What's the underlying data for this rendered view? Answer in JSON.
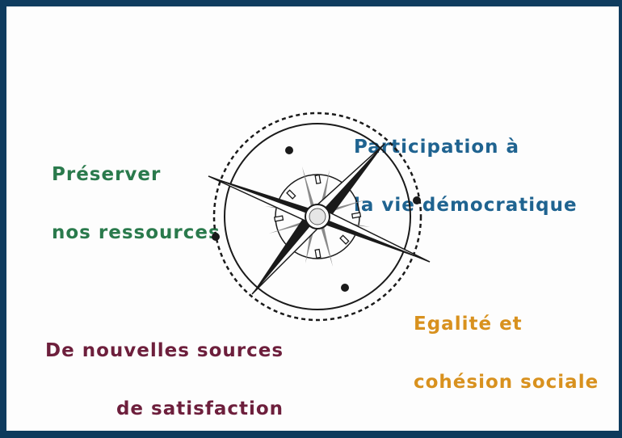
{
  "diagram": {
    "labels": {
      "ressources": [
        "Préserver",
        "nos ressources"
      ],
      "participation": [
        "Participation à",
        "la vie démocratique"
      ],
      "egalite": [
        "Egalité et",
        "cohésion sociale"
      ],
      "sources": [
        "De nouvelles sources",
        "de satisfaction"
      ]
    },
    "colors": {
      "ressources": "#2a7a4c",
      "participation": "#1f6390",
      "egalite": "#d8911e",
      "sources": "#6d1f3c",
      "background_frame": "#0f3c5f",
      "compass_ink": "#1a1a1a",
      "compass_grey": "#8a8a8a"
    },
    "icon": "compass-rose-icon"
  }
}
